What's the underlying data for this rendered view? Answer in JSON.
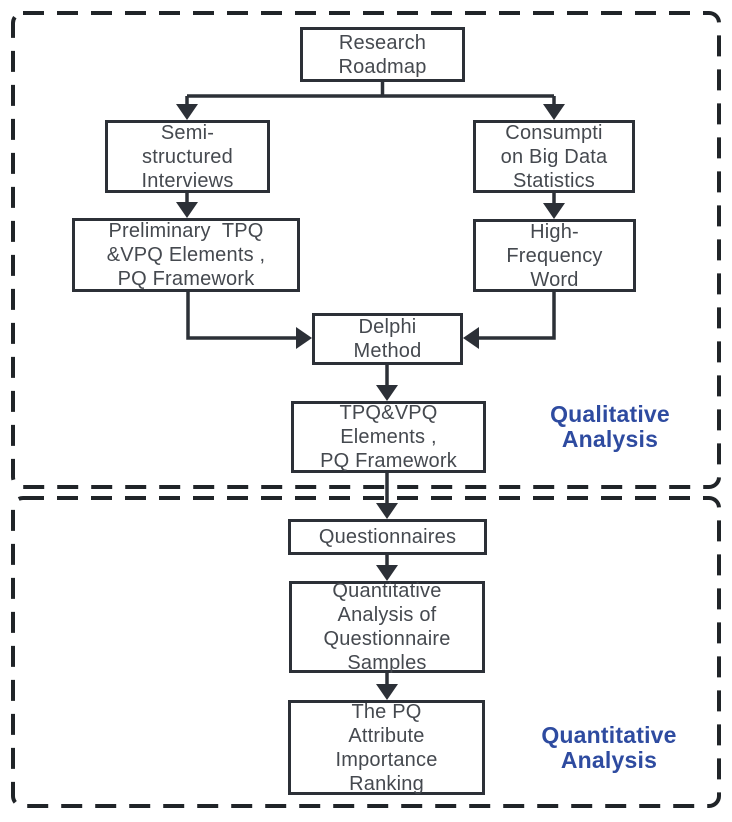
{
  "diagram": {
    "type": "flowchart",
    "description": "Research roadmap flowchart split into qualitative and quantitative analysis phases"
  },
  "nodes": {
    "research_roadmap": {
      "label": "Research\nRoadmap"
    },
    "semi_structured_interviews": {
      "label": "Semi-\nstructured\nInterviews"
    },
    "consumption_big_data_statistics": {
      "label": "Consumpti\non Big Data\nStatistics"
    },
    "preliminary_tpq_vpq": {
      "label": "Preliminary  TPQ\n&VPQ Elements ,\nPQ Framework"
    },
    "high_frequency_word": {
      "label": "High-\nFrequency\nWord"
    },
    "delphi_method": {
      "label": "Delphi\nMethod"
    },
    "tpq_vpq_elements": {
      "label": "TPQ&VPQ\nElements ,\nPQ Framework"
    },
    "questionnaires": {
      "label": "Questionnaires"
    },
    "quantitative_analysis_samples": {
      "label": "Quantitative\nAnalysis of\nQuestionnaire\nSamples"
    },
    "pq_attribute_ranking": {
      "label": "The PQ\nAttribute\nImportance\nRanking"
    }
  },
  "sections": {
    "qualitative": {
      "label": "Qualitative\nAnalysis"
    },
    "quantitative": {
      "label": "Quantitative\nAnalysis"
    }
  },
  "edges": [
    {
      "from": "research_roadmap",
      "to": "semi_structured_interviews"
    },
    {
      "from": "research_roadmap",
      "to": "consumption_big_data_statistics"
    },
    {
      "from": "semi_structured_interviews",
      "to": "preliminary_tpq_vpq"
    },
    {
      "from": "consumption_big_data_statistics",
      "to": "high_frequency_word"
    },
    {
      "from": "preliminary_tpq_vpq",
      "to": "delphi_method"
    },
    {
      "from": "high_frequency_word",
      "to": "delphi_method"
    },
    {
      "from": "delphi_method",
      "to": "tpq_vpq_elements"
    },
    {
      "from": "tpq_vpq_elements",
      "to": "questionnaires"
    },
    {
      "from": "questionnaires",
      "to": "quantitative_analysis_samples"
    },
    {
      "from": "quantitative_analysis_samples",
      "to": "pq_attribute_ranking"
    }
  ],
  "colors": {
    "accent_blue": "#2e4ba0",
    "line": "#2c3037",
    "node_text": "#45494f",
    "background": "#ffffff"
  }
}
